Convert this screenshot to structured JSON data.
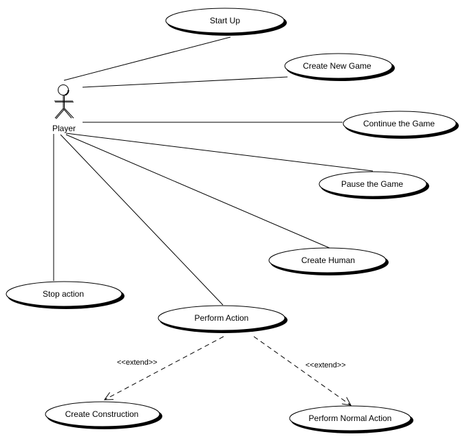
{
  "diagram": {
    "type": "UML use case diagram",
    "actor": {
      "id": "player",
      "label": "Player"
    },
    "use_cases": [
      {
        "id": "start_up",
        "label": "Start Up"
      },
      {
        "id": "create_new_game",
        "label": "Create New Game"
      },
      {
        "id": "continue_game",
        "label": "Continue the Game"
      },
      {
        "id": "pause_game",
        "label": "Pause the Game"
      },
      {
        "id": "create_human",
        "label": "Create Human"
      },
      {
        "id": "stop_action",
        "label": "Stop action"
      },
      {
        "id": "perform_action",
        "label": "Perform Action"
      },
      {
        "id": "create_construction",
        "label": "Create Construction"
      },
      {
        "id": "perform_normal_action",
        "label": "Perform Normal Action"
      }
    ],
    "associations": [
      {
        "from": "player",
        "to": "start_up"
      },
      {
        "from": "player",
        "to": "create_new_game"
      },
      {
        "from": "player",
        "to": "continue_game"
      },
      {
        "from": "player",
        "to": "pause_game"
      },
      {
        "from": "player",
        "to": "create_human"
      },
      {
        "from": "player",
        "to": "stop_action"
      },
      {
        "from": "player",
        "to": "perform_action"
      }
    ],
    "extends": [
      {
        "from": "perform_action",
        "to": "create_construction",
        "stereotype": "<<extend>>"
      },
      {
        "from": "perform_action",
        "to": "perform_normal_action",
        "stereotype": "<<extend>>"
      }
    ]
  }
}
